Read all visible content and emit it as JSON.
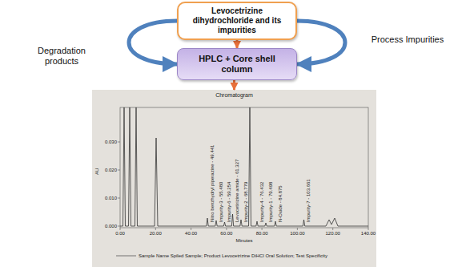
{
  "diagram": {
    "nodes": [
      {
        "text": [
          "Levocetrizine dihydrochloride and its impurities"
        ]
      },
      {
        "text": [
          "HPLC + Core shell column"
        ]
      },
      {
        "text": [
          "Chromatogram"
        ]
      }
    ],
    "edges": [
      {
        "from": 0,
        "to": 1,
        "arrow": "to",
        "label": "Degradation products"
      },
      {
        "from": 0,
        "to": 1,
        "arrow": "to",
        "label": "Process Impurities"
      },
      {
        "from": 0,
        "to": 1,
        "arrow": "to"
      },
      {
        "from": 1,
        "to": 2,
        "arrow": "to"
      }
    ],
    "labels": [
      "Nitro benzhydryl piperazine - 49.441",
      "Impurity-3 - 55.480",
      "Impurity-6 - 59.254",
      "Levocetirizine amide - 61.327",
      "Impurity-2 - 68.779",
      "Impurity-4 - 76.432",
      "Impurity-1 - 79.498",
      "N-Oxide - 84.875",
      "Impurity-7 - 103.661",
      "AU",
      "0.000",
      "0.010",
      "0.020",
      "0.030",
      "0.00",
      "20.00",
      "40.00",
      "60.00",
      "80.00",
      "100.00",
      "120.00",
      "140.00",
      "Minutes",
      "Sample Name Spiled Sample; Product Levocetrizine DiHCl Oral Solution; Test Specificity"
    ]
  }
}
